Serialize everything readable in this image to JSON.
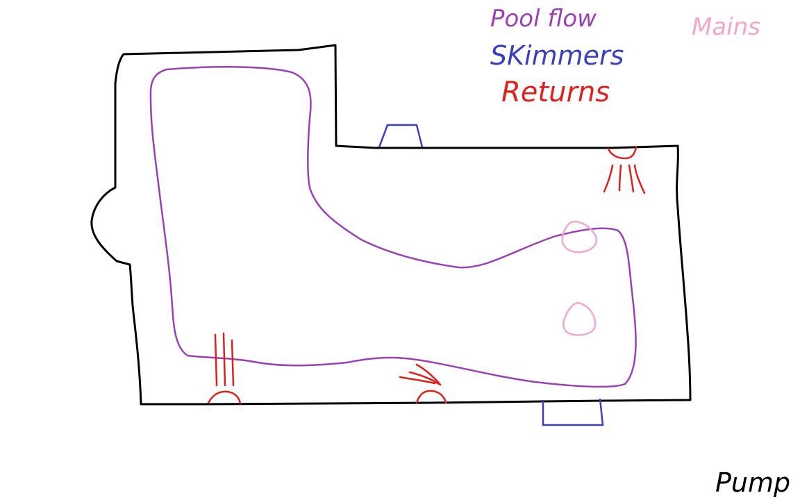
{
  "legend": {
    "pool_flow": {
      "label": "Pool flow",
      "color": "#9b3fb5"
    },
    "skimmers": {
      "label": "SKimmers",
      "color": "#3a3fc2"
    },
    "returns": {
      "label": "Returns",
      "color": "#e0201b"
    },
    "mains": {
      "label": "Mains",
      "color": "#f2a6cc"
    }
  },
  "pump": {
    "label": "Pump",
    "color": "#000000"
  },
  "colors": {
    "outline": "#000000",
    "background": "#ffffff"
  }
}
